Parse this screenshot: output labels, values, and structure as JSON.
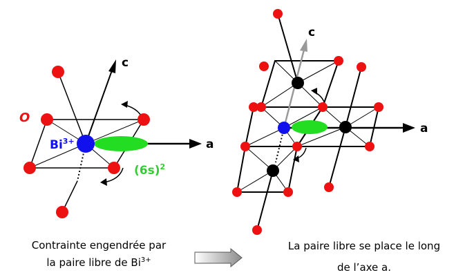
{
  "left_figure": {
    "label_c": "c",
    "label_a": "a",
    "label_o": "O",
    "label_bi": "Bi",
    "label_bi_charge": "3+",
    "label_6s": "(6s)",
    "label_6s_exp": "2"
  },
  "right_figure": {
    "label_c": "c",
    "label_a": "a"
  },
  "caption_left": {
    "line1": "Contrainte engendrée par",
    "line2_prefix": "la paire libre de Bi",
    "line2_charge": "3+"
  },
  "caption_right": {
    "line1": "La paire libre se place le long",
    "line2": "de l’axe a."
  },
  "colors": {
    "oxygen": "#ee1111",
    "bismuth": "#1111ee",
    "lone_pair": "#22dd22",
    "axis_c_right": "#999999",
    "label_o": "#ee1111",
    "label_bi": "#1111ee",
    "label_6s": "#33cc33"
  }
}
